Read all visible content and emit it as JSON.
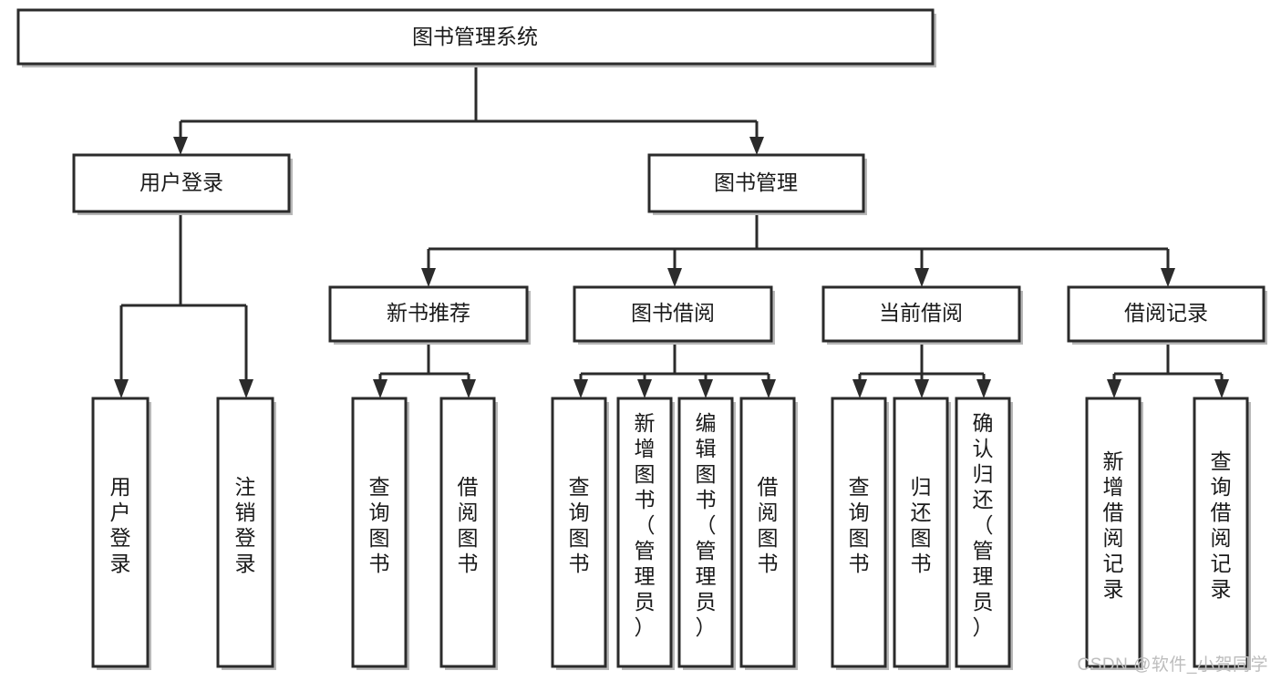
{
  "diagram": {
    "title": "图书管理系统",
    "type": "hierarchy-tree",
    "style": {
      "box_fill": "#ffffff",
      "box_stroke": "#2b2b2b",
      "line_color": "#2b2b2b",
      "text_color": "#1a1a1a",
      "background": "#ffffff",
      "watermark_color": "#bdbdbd"
    },
    "levels": [
      {
        "level": 1,
        "nodes": [
          {
            "id": "root",
            "label": "图书管理系统",
            "orientation": "horizontal"
          }
        ]
      },
      {
        "level": 2,
        "nodes": [
          {
            "id": "user-login",
            "label": "用户登录",
            "orientation": "horizontal",
            "parent": "root"
          },
          {
            "id": "book-manage",
            "label": "图书管理",
            "orientation": "horizontal",
            "parent": "root"
          }
        ]
      },
      {
        "level": 3,
        "nodes": [
          {
            "id": "new-book-rec",
            "label": "新书推荐",
            "orientation": "horizontal",
            "parent": "book-manage"
          },
          {
            "id": "book-borrow",
            "label": "图书借阅",
            "orientation": "horizontal",
            "parent": "book-manage"
          },
          {
            "id": "current-borrow",
            "label": "当前借阅",
            "orientation": "horizontal",
            "parent": "book-manage"
          },
          {
            "id": "borrow-record",
            "label": "借阅记录",
            "orientation": "horizontal",
            "parent": "book-manage"
          }
        ]
      },
      {
        "level": 4,
        "nodes": [
          {
            "id": "leaf-user-login",
            "label": "用户登录",
            "orientation": "vertical",
            "parent": "user-login"
          },
          {
            "id": "leaf-user-logout",
            "label": "注销登录",
            "orientation": "vertical",
            "parent": "user-login"
          },
          {
            "id": "leaf-query-book-1",
            "label": "查询图书",
            "orientation": "vertical",
            "parent": "new-book-rec"
          },
          {
            "id": "leaf-borrow-book-1",
            "label": "借阅图书",
            "orientation": "vertical",
            "parent": "new-book-rec"
          },
          {
            "id": "leaf-query-book-2",
            "label": "查询图书",
            "orientation": "vertical",
            "parent": "book-borrow"
          },
          {
            "id": "leaf-add-book",
            "label": "新增图书（管理员）",
            "orientation": "vertical",
            "parent": "book-borrow"
          },
          {
            "id": "leaf-edit-book",
            "label": "编辑图书（管理员）",
            "orientation": "vertical",
            "parent": "book-borrow"
          },
          {
            "id": "leaf-borrow-book-2",
            "label": "借阅图书",
            "orientation": "vertical",
            "parent": "book-borrow"
          },
          {
            "id": "leaf-query-book-3",
            "label": "查询图书",
            "orientation": "vertical",
            "parent": "current-borrow"
          },
          {
            "id": "leaf-return-book",
            "label": "归还图书",
            "orientation": "vertical",
            "parent": "current-borrow"
          },
          {
            "id": "leaf-confirm-return",
            "label": "确认归还（管理员）",
            "orientation": "vertical",
            "parent": "current-borrow"
          },
          {
            "id": "leaf-add-record",
            "label": "新增借阅记录",
            "orientation": "vertical",
            "parent": "borrow-record"
          },
          {
            "id": "leaf-query-record",
            "label": "查询借阅记录",
            "orientation": "vertical",
            "parent": "borrow-record"
          }
        ]
      }
    ]
  },
  "watermark": {
    "text": "CSDN @软件_小贺同学"
  }
}
